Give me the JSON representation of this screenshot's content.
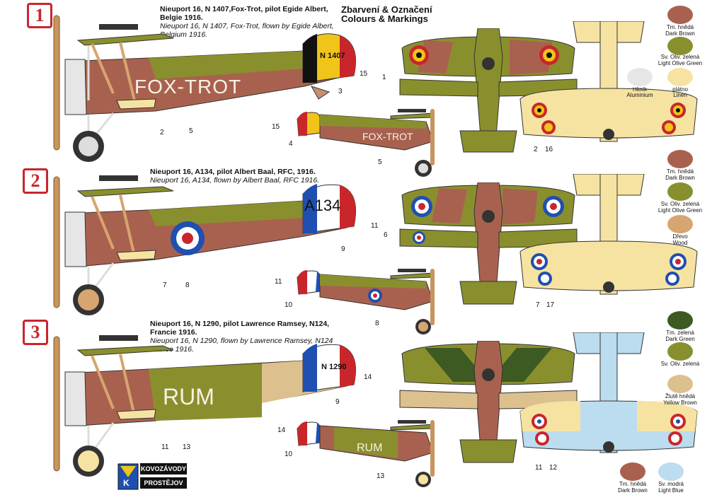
{
  "header": {
    "title_cz": "Zbarvení & Označení",
    "title_en": "Colours & Markings"
  },
  "schemes": [
    {
      "number": "1",
      "caption_cz_1": "Nieuport 16, N 1407,Fox-Trot, pilot Egide Albert,",
      "caption_cz_2": "Belgie 1916.",
      "caption_en_1": "Nieuport 16, N 1407, Fox-Trot, flown by Egide Albert,",
      "caption_en_2": "Belgium 1916.",
      "fuselage_text": "FOX-TROT",
      "fuselage_text_small": "FOX-TROT",
      "rudder_serial": "N 1407",
      "callouts": [
        "1",
        "2",
        "3",
        "4",
        "5",
        "15",
        "15",
        "5",
        "2",
        "16"
      ]
    },
    {
      "number": "2",
      "caption_cz_1": "Nieuport 16, A134, pilot Albert Baal, RFC, 1916.",
      "caption_en_1": "Nieuport 16, A134, flown by Albert Baal, RFC 1916.",
      "rudder_serial": "A134",
      "callouts": [
        "6",
        "7",
        "8",
        "9",
        "10",
        "11",
        "11",
        "8",
        "7",
        "17"
      ]
    },
    {
      "number": "3",
      "caption_cz_1": "Nieuport 16, N 1290, pilot Lawrence Ramsey, N124,",
      "caption_cz_2": "Francie 1916.",
      "caption_en_1": "Nieuport 16, N 1290, flown by Lawrence Ramsey, N124",
      "caption_en_2": "France 1916.",
      "fuselage_text": "RUM",
      "fuselage_text_small": "RUM",
      "rudder_serial": "N 1290",
      "callouts": [
        "9",
        "10",
        "11",
        "12",
        "13",
        "14",
        "14",
        "11",
        "13"
      ]
    }
  ],
  "swatches_1": [
    {
      "cz": "Tm. hnědá",
      "en": "Dark Brown",
      "color": "#a9614f"
    },
    {
      "cz": "Sv. Oliv. zelená",
      "en": "Light Olive Green",
      "color": "#8a8f2e"
    },
    {
      "cz": "Hliník",
      "en": "Aluminium",
      "color": "#e6e6e6"
    },
    {
      "cz": "plátno",
      "en": "Linen",
      "color": "#f6e3a2"
    }
  ],
  "swatches_2": [
    {
      "cz": "Tm. hnědá",
      "en": "Dark Brown",
      "color": "#a9614f"
    },
    {
      "cz": "Sv. Oliv. zelená",
      "en": "Light Olive Green",
      "color": "#8a8f2e"
    },
    {
      "cz": "Dřevo",
      "en": "Wood",
      "color": "#d7a56f"
    }
  ],
  "swatches_3": [
    {
      "cz": "Tm. zelená",
      "en": "Dark Green",
      "color": "#3d5a22"
    },
    {
      "cz": "Sv. Oliv. zelená",
      "en": "",
      "color": "#8a8f2e"
    },
    {
      "cz": "Žlutě hnědá",
      "en": "Yellow Brown",
      "color": "#dcc08e"
    },
    {
      "cz": "Tm. hnědá",
      "en": "Dark Brown",
      "color": "#a9614f"
    },
    {
      "cz": "Sv. modrá",
      "en": "Light Blue",
      "color": "#bcdcf0"
    }
  ],
  "logo": {
    "top": "KOVOZÁVODY",
    "bottom": "PROSTĚJOV"
  },
  "colors": {
    "brown": "#a9614f",
    "olive": "#8a8f2e",
    "linen": "#f6e3a2",
    "red": "#c8262b",
    "blue": "#1f4fb0",
    "lightblue": "#bcdcf0"
  }
}
